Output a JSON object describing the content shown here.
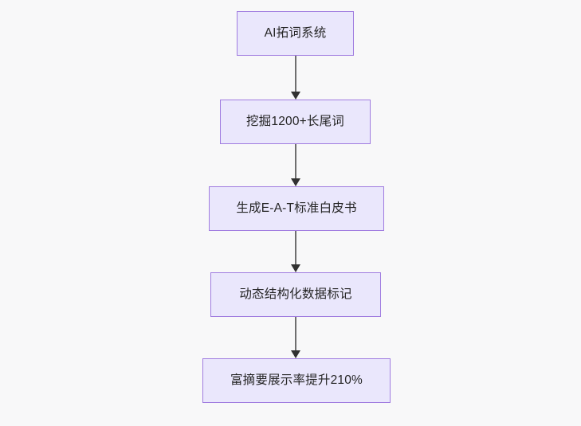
{
  "diagram": {
    "type": "flowchart",
    "orientation": "top-to-bottom",
    "background_color": "#f8f8f9",
    "node_fill_color": "#eae7fc",
    "node_border_color": "#a07ce0",
    "node_text_color": "#262626",
    "connector_color": "#6f6f6f",
    "arrowhead_color": "#313131",
    "nodes": [
      {
        "id": "node-0",
        "label": "AI拓词系统"
      },
      {
        "id": "node-1",
        "label": "挖掘1200+长尾词"
      },
      {
        "id": "node-2",
        "label": "生成E-A-T标准白皮书"
      },
      {
        "id": "node-3",
        "label": "动态结构化数据标记"
      },
      {
        "id": "node-4",
        "label": "富摘要展示率提升210%"
      }
    ],
    "edges": [
      {
        "id": "connector-0",
        "from": "node-0",
        "to": "node-1"
      },
      {
        "id": "connector-1",
        "from": "node-1",
        "to": "node-2"
      },
      {
        "id": "connector-2",
        "from": "node-2",
        "to": "node-3"
      },
      {
        "id": "connector-3",
        "from": "node-3",
        "to": "node-4"
      }
    ]
  }
}
